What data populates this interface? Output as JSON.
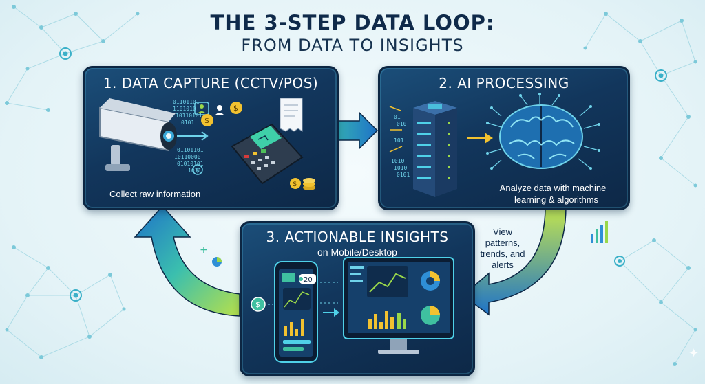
{
  "title": {
    "line1": "THE 3-STEP DATA LOOP:",
    "line2": "FROM DATA TO INSIGHTS"
  },
  "steps": [
    {
      "title": "1. DATA CAPTURE (CCTV/POS)",
      "caption": "Collect raw information",
      "binary": [
        "01101101",
        "1101010",
        "10110101",
        "0101",
        "01101101",
        "10110000",
        "01010101",
        "1011"
      ]
    },
    {
      "title": "2. AI PROCESSING",
      "caption_line1": "Analyze data with machine",
      "caption_line2": "learning & algorithms",
      "binary": [
        "01",
        "010",
        "101",
        "1010",
        "1010",
        "0101"
      ]
    },
    {
      "title": "3. ACTIONABLE INSIGHTS",
      "subtitle": "on Mobile/Desktop",
      "phone_number": "20"
    }
  ],
  "side_note": {
    "line1": "View patterns,",
    "line2": "trends, and",
    "line3": "alerts"
  },
  "colors": {
    "panel": "#12365c",
    "arrow_green": "#b7e04a",
    "arrow_blue": "#1e73c8",
    "glow": "#4fd1e8"
  }
}
